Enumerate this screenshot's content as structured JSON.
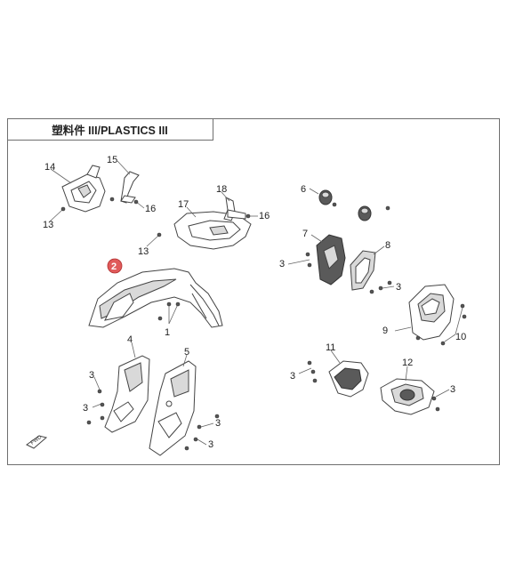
{
  "title": "塑料件 III/PLASTICS III",
  "callouts": {
    "c14": "14",
    "c15": "15",
    "c16a": "16",
    "c13a": "13",
    "c17": "17",
    "c18": "18",
    "c16b": "16",
    "c13b": "13",
    "c2": "2",
    "c1": "1",
    "c4": "4",
    "c5": "5",
    "c3a": "3",
    "c3b": "3",
    "c3c": "3",
    "c3d": "3",
    "c6": "6",
    "c7": "7",
    "c8": "8",
    "c3e": "3",
    "c3f": "3",
    "c9": "9",
    "c10": "10",
    "c11": "11",
    "c12": "12",
    "c3g": "3",
    "c3h": "3"
  },
  "highlighted_callout": "2",
  "colors": {
    "highlight": "#e05a5a",
    "line": "#444444",
    "frame": "#6f6f6f"
  },
  "fwd_icon": "forward-direction-icon"
}
